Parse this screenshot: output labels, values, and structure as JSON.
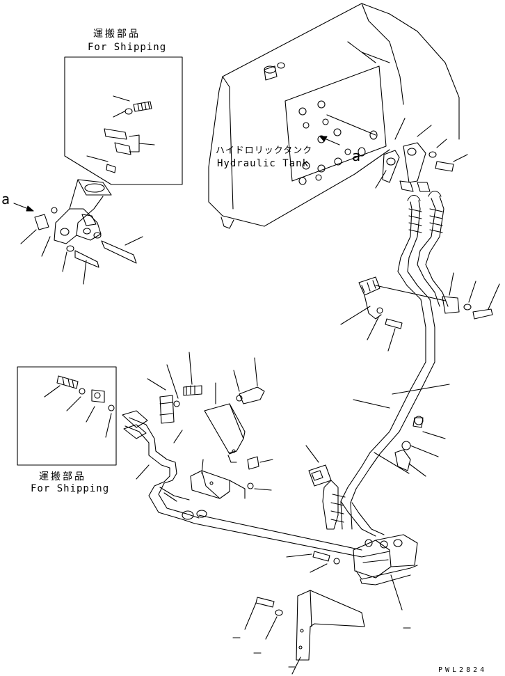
{
  "labels": {
    "shipping_top_jp": "運搬部品",
    "shipping_top_en": "For Shipping",
    "shipping_bottom_jp": "運搬部品",
    "shipping_bottom_en": "For Shipping",
    "tank_jp": "ハイドロリックタンク",
    "tank_en": "Hydraulic Tank",
    "callout_left": "a",
    "callout_tank": "a",
    "drawing_code": "PWL2824"
  }
}
